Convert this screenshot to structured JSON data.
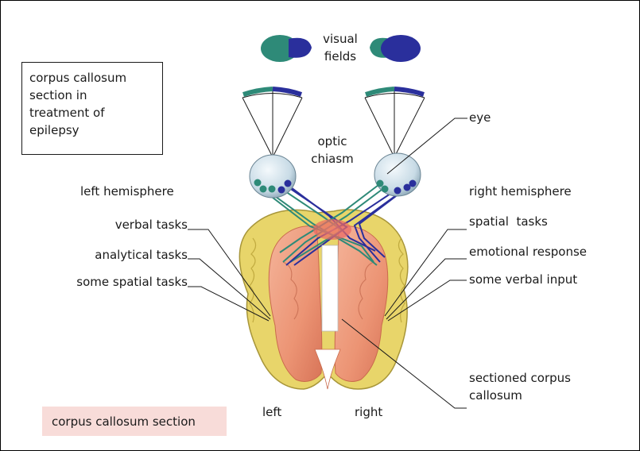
{
  "labels": {
    "visual_fields": "visual\nfields",
    "eye": "eye",
    "optic_chiasm": "optic\nchiasm",
    "left_hemisphere": "left hemisphere",
    "right_hemisphere": "right hemisphere",
    "verbal_tasks": "verbal tasks",
    "analytical_tasks": "analytical tasks",
    "some_spatial_tasks": "some spatial tasks",
    "spatial_tasks": "spatial  tasks",
    "emotional_response": "emotional response",
    "some_verbal_input": "some verbal input",
    "sectioned_corpus_callosum": "sectioned corpus\ncallosum",
    "left": "left",
    "right": "right"
  },
  "callout_box": {
    "text": "corpus callosum\nsection in\ntreatment of\nepilepsy"
  },
  "caption": {
    "text": "corpus callosum section"
  },
  "colors": {
    "teal": "#2e8a78",
    "navy": "#2a2f9c",
    "cortex_yellow": "#e8d56a",
    "brain_pink": "#f0a088",
    "chiasm_red": "#e86060",
    "eye_blue": "#cfe0ea",
    "caption_bg": "#f8dcd9"
  }
}
